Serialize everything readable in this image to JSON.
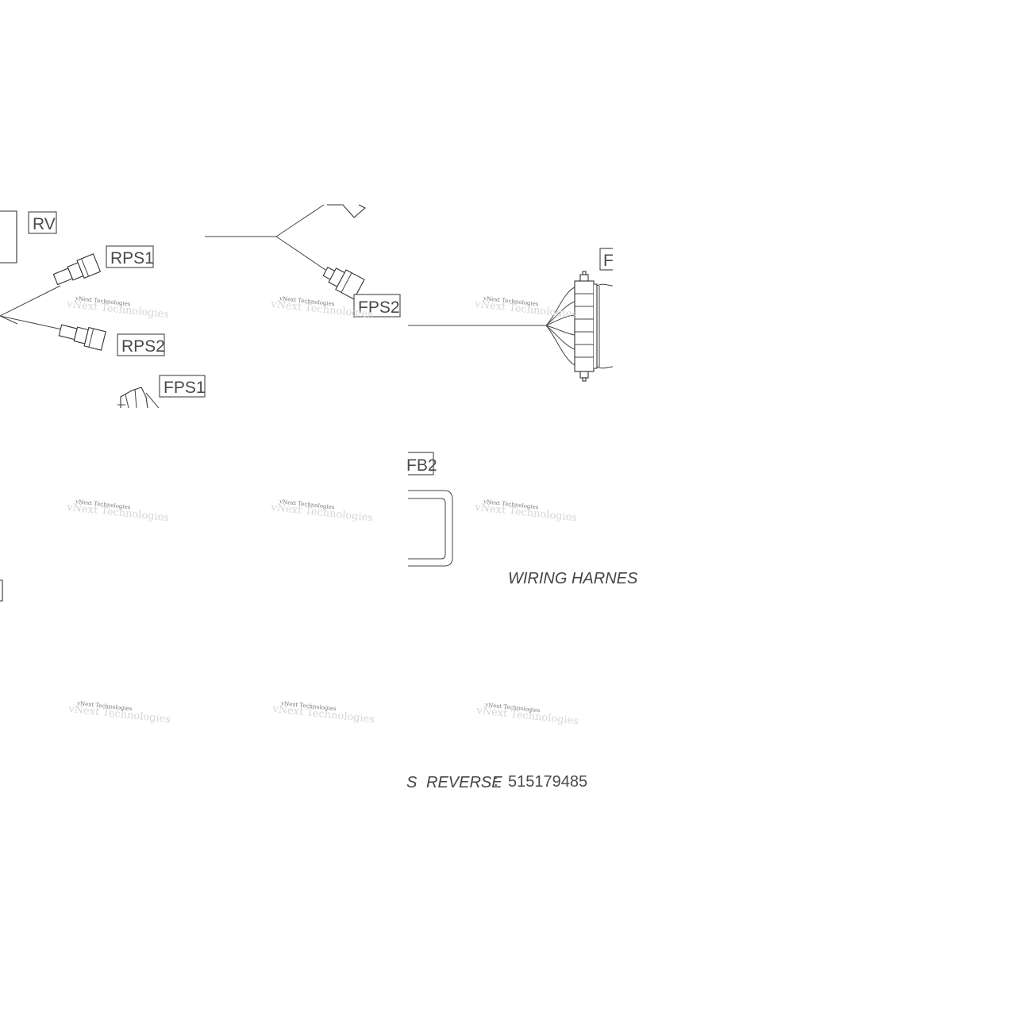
{
  "labels": {
    "rv": "RV",
    "rps1": "RPS1",
    "rps2": "RPS2",
    "fps1": "FPS1",
    "fps2": "FPS2",
    "f_cut": "F",
    "fb2_cut": "FB2"
  },
  "title_text": "WIRING HARNES",
  "footer": {
    "prefix_cut": "S",
    "name": "REVERSE",
    "colon": ":",
    "part_number": "515179485"
  },
  "watermark": {
    "line1": "vNext Technologies",
    "line2": "vNext Technologies"
  },
  "colors": {
    "line": "#333333",
    "label_text": "#4a4a4a",
    "watermark": "#d6d6d6"
  }
}
